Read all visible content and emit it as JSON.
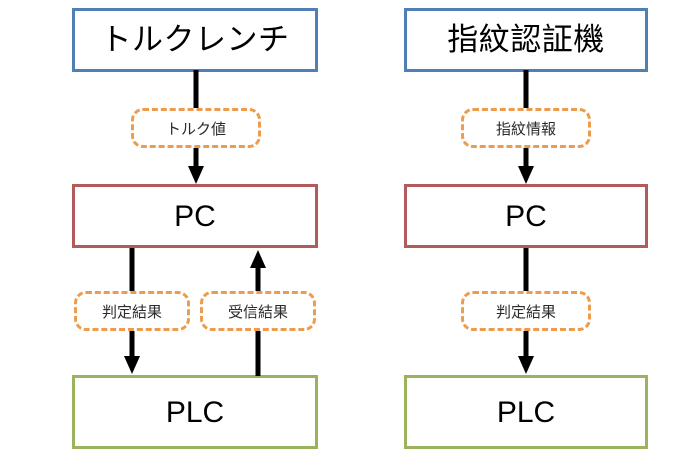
{
  "diagram": {
    "title": "",
    "type": "flow-diagram",
    "colors": {
      "device_border": "#4f7fb5",
      "pc_border": "#b15b5b",
      "plc_border": "#9bb35d",
      "label_border": "#ed9c4e",
      "arrow": "#000000",
      "background": "#ffffff"
    },
    "flows": [
      {
        "id": "torque-wrench-flow",
        "nodes": [
          {
            "id": "device",
            "label": "トルクレンチ",
            "style": "device"
          },
          {
            "id": "pc",
            "label": "PC",
            "style": "pc"
          },
          {
            "id": "plc",
            "label": "PLC",
            "style": "plc"
          }
        ],
        "edges": [
          {
            "id": "device-to-pc",
            "label": "トルク値",
            "from": "device",
            "to": "pc",
            "direction": "down"
          },
          {
            "id": "pc-to-plc",
            "label": "判定結果",
            "from": "pc",
            "to": "plc",
            "direction": "down"
          },
          {
            "id": "plc-to-pc",
            "label": "受信結果",
            "from": "plc",
            "to": "pc",
            "direction": "up"
          }
        ]
      },
      {
        "id": "fingerprint-flow",
        "nodes": [
          {
            "id": "device",
            "label": "指紋認証機",
            "style": "device"
          },
          {
            "id": "pc",
            "label": "PC",
            "style": "pc"
          },
          {
            "id": "plc",
            "label": "PLC",
            "style": "plc"
          }
        ],
        "edges": [
          {
            "id": "device-to-pc",
            "label": "指紋情報",
            "from": "device",
            "to": "pc",
            "direction": "down"
          },
          {
            "id": "pc-to-plc",
            "label": "判定結果",
            "from": "pc",
            "to": "plc",
            "direction": "down"
          }
        ]
      }
    ]
  }
}
